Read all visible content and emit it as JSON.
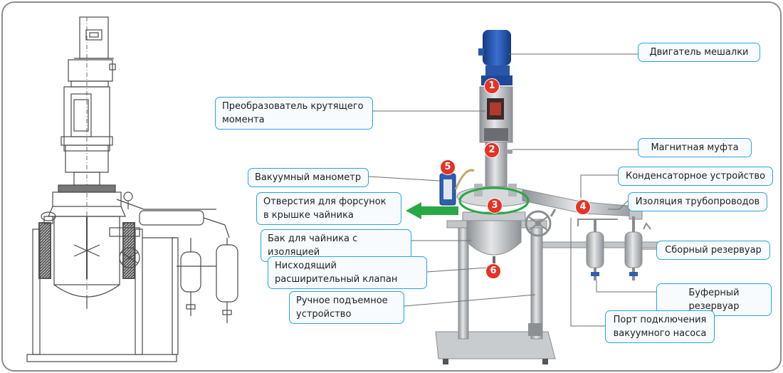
{
  "labels": {
    "motor": "Двигатель мешалки",
    "torque": "Преобразователь крутящего момента",
    "coupling": "Магнитная муфта",
    "gauge": "Вакуумный манометр",
    "nozzles": "Отверстия для форсунок в крышке чайника",
    "kettle": "Бак для чайника с изоляцией",
    "valve": "Нисходящий расширительный клапан",
    "lift": "Ручное подъемное устройство",
    "condenser": "Конденсаторное устройство",
    "insulation": "Изоляция трубопроводов",
    "collector": "Сборный резервуар",
    "buffer": "Буферный резервуар",
    "vacuum_port": "Порт подключения вакуумного насоса"
  },
  "badges": [
    "1",
    "2",
    "3",
    "4",
    "5",
    "6"
  ],
  "colors": {
    "label_border": "#2aa4de",
    "badge": "#e53224",
    "arrow": "#27a844",
    "ellipse": "#27a844",
    "motor": "#1e4fa8",
    "steel": "#b8bcc0",
    "leader": "#6e6e6e"
  }
}
